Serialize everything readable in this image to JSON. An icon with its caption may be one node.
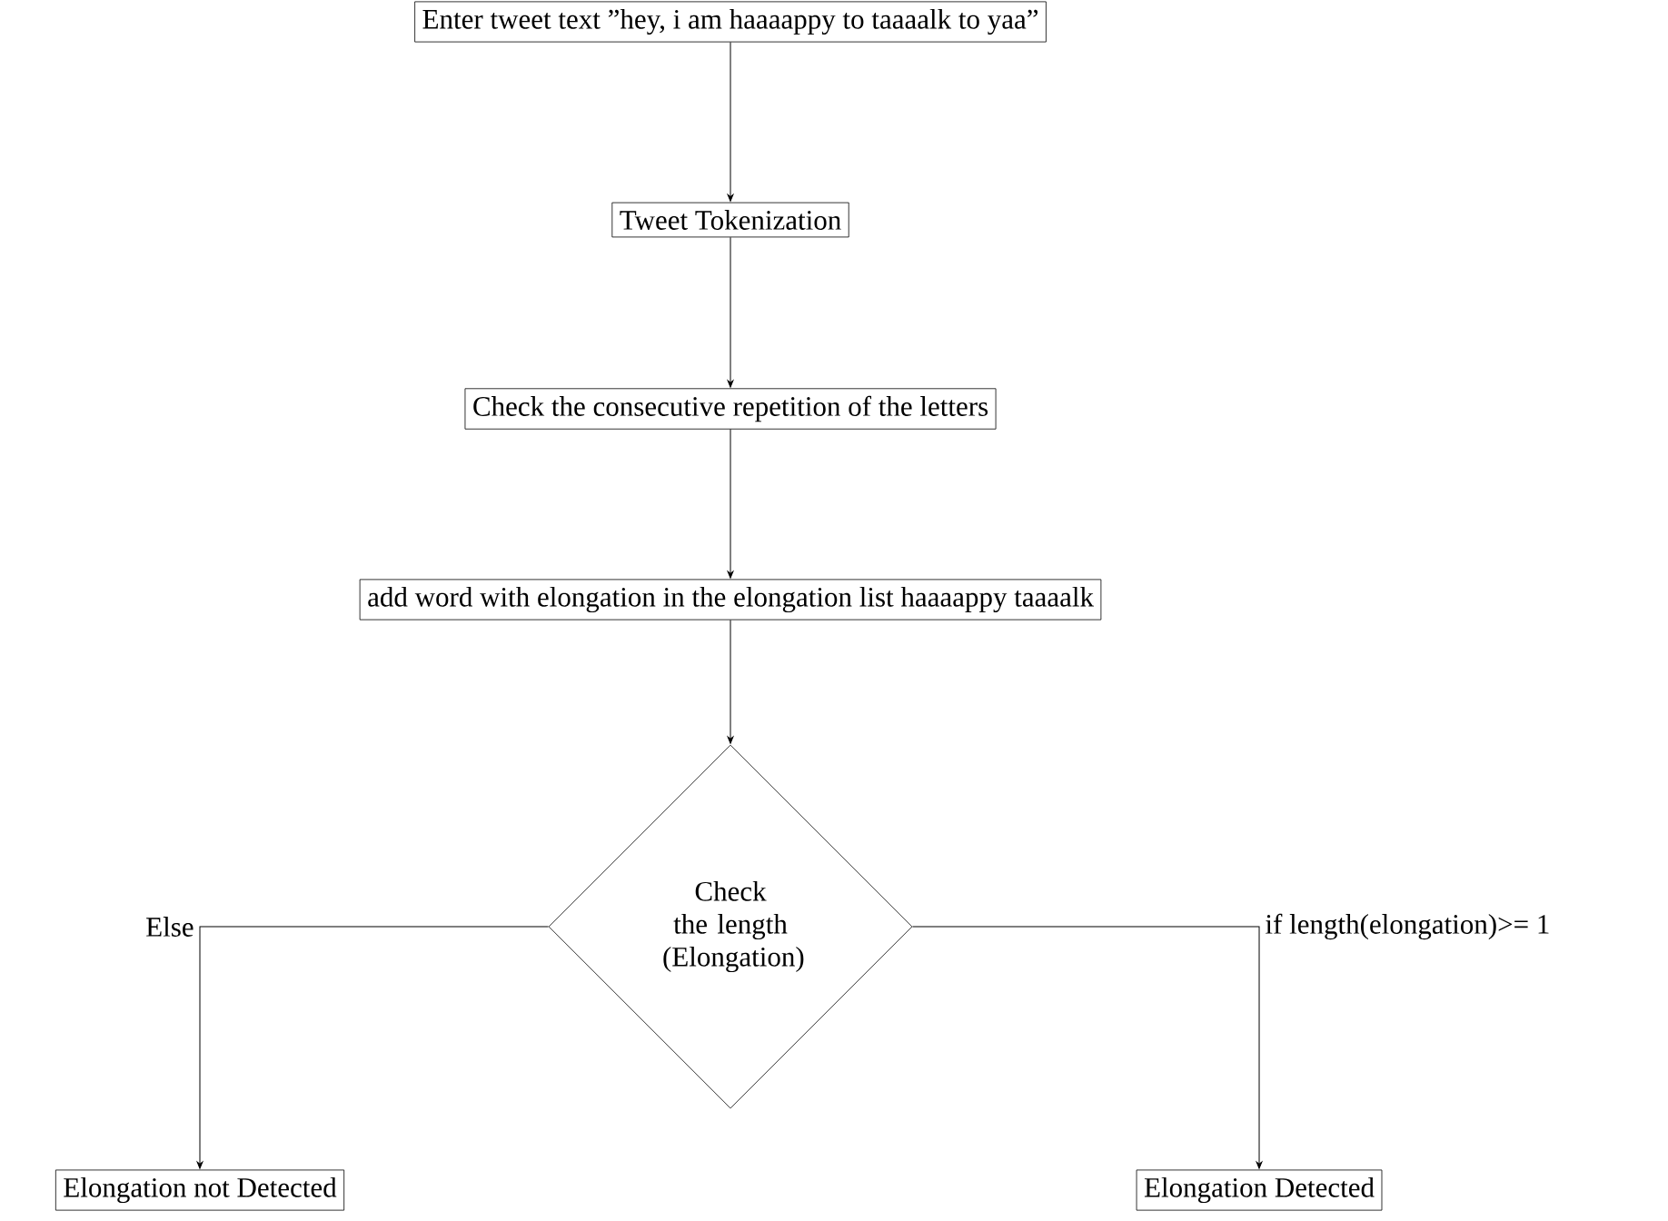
{
  "diagram": {
    "nodes": [
      {
        "text": [
          "Enter tweet text ”hey, i am haaaappy to taaaalk to yaa”"
        ]
      },
      {
        "text": [
          "Tweet Tokenization"
        ]
      },
      {
        "text": [
          "Check the consecutive repetition of the letters"
        ]
      },
      {
        "text": [
          "add word with elongation in the elongation list haaaappy taaaalk"
        ]
      },
      {
        "text": [
          "Check the length (Elongation)"
        ]
      },
      {
        "text": [
          "Elongation not Detected"
        ]
      },
      {
        "text": [
          "Elongation Detected"
        ]
      }
    ],
    "edges": [
      {
        "from": 0,
        "to": 1,
        "arrow": "to"
      },
      {
        "from": 1,
        "to": 2,
        "arrow": "to"
      },
      {
        "from": 2,
        "to": 3,
        "arrow": "to"
      },
      {
        "from": 3,
        "to": 4,
        "arrow": "to"
      },
      {
        "from": 4,
        "to": 5,
        "arrow": "to",
        "label": "Else"
      },
      {
        "from": 4,
        "to": 6,
        "arrow": "to",
        "label": "if length(elongation)>= 1"
      }
    ]
  }
}
